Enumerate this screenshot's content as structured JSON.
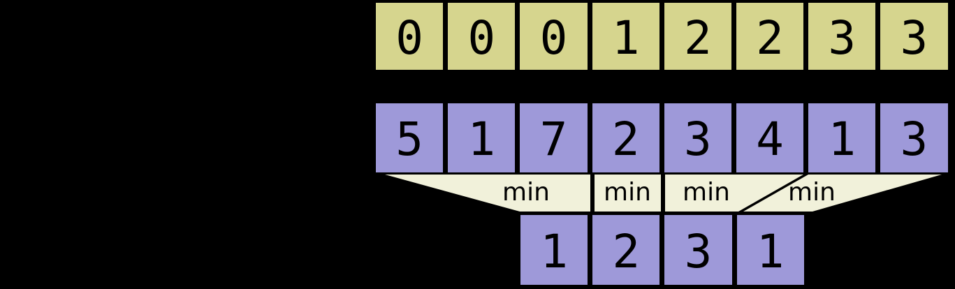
{
  "diagram": {
    "description": "Pairwise min reduction diagram",
    "index_row": [
      "0",
      "0",
      "0",
      "1",
      "2",
      "2",
      "3",
      "3"
    ],
    "array_row": [
      "5",
      "1",
      "7",
      "2",
      "3",
      "4",
      "1",
      "3"
    ],
    "result_row": [
      "1",
      "2",
      "3",
      "1"
    ],
    "min_labels": [
      "min",
      "min",
      "min",
      "min"
    ],
    "colors": {
      "background": "#000000",
      "index_cell_fill": "#d6d58e",
      "array_cell_fill": "#9e99d9",
      "funnel_fill": "#f1f1da",
      "text": "#000000"
    }
  }
}
